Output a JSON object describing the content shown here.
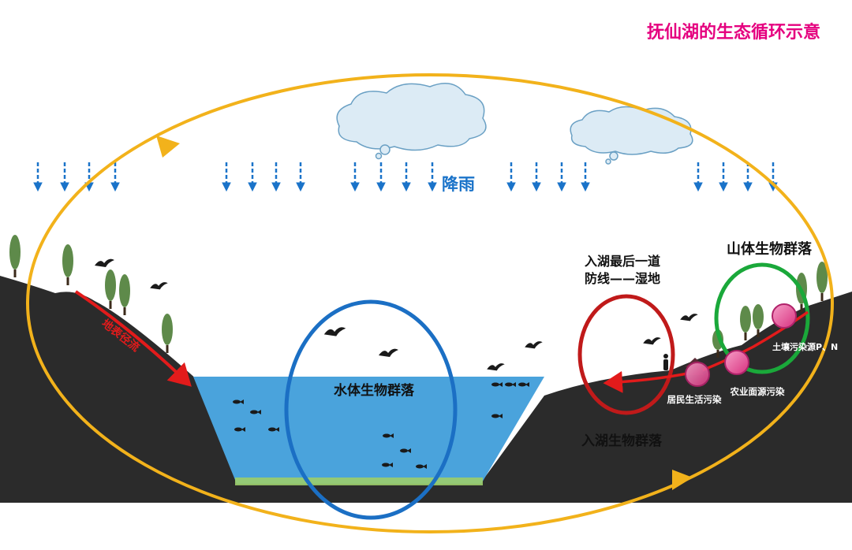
{
  "title": "抚仙湖的生态循环示意",
  "labels": {
    "rain": "降雨",
    "surface_runoff": "地表径流",
    "water_community": "水体生物群落",
    "mountain_community": "山体生物群落",
    "inflow_community": "入湖生物群落",
    "wetland_line1": "入湖最后一道",
    "wetland_line2": "防线——湿地",
    "soil_pollution": "土壤污染源P、N",
    "agri_pollution": "农业面源污染",
    "domestic_pollution": "居民生活污染"
  },
  "colors": {
    "title": "#e5007f",
    "rain": "#1a73c9",
    "runoff": "#e21b1b",
    "cycle": "#f2b21b",
    "water": "#4aa3dc",
    "ground": "#2b2b2b",
    "water_ring": "#1b6fc4",
    "mountain_ring": "#1aa83a",
    "wetland_ring": "#c01a1a",
    "pollution": "#e0449a",
    "tree": "#5e8a4a"
  },
  "icons": [
    "cloud-icon",
    "bird-icon",
    "fish-icon",
    "tree-icon",
    "house-icon",
    "pollution-marker-icon",
    "person-icon"
  ]
}
